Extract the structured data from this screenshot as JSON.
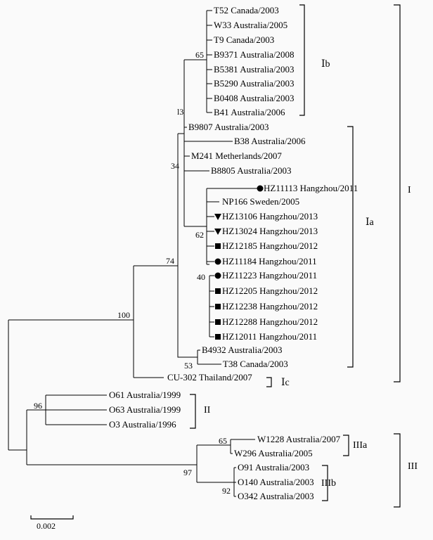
{
  "taxa": {
    "T52": "T52 Canada/2003",
    "W33": "W33 Australia/2005",
    "T9": "T9 Canada/2003",
    "B9371": "B9371 Australia/2008",
    "B5381": "B5381 Australia/2003",
    "B5290": "B5290 Australia/2003",
    "B0408": "B0408 Australia/2003",
    "B41": "B41 Australia/2006",
    "B9807": "B9807 Australia/2003",
    "B38": "B38 Australia/2006",
    "M241": "M241 Metherlands/2007",
    "B8805": "B8805 Australia/2003",
    "HZ11113": "HZ11113 Hangzhou/2011",
    "NP166": "NP166 Sweden/2005",
    "HZ13106": "HZ13106 Hangzhou/2013",
    "HZ13024": "HZ13024 Hangzhou/2013",
    "HZ12185": "HZ12185 Hangzhou/2012",
    "HZ11184": "HZ11184 Hangzhou/2011",
    "HZ11223": "HZ11223 Hangzhou/2011",
    "HZ12205": "HZ12205 Hangzhou/2012",
    "HZ12238": "HZ12238 Hangzhou/2012",
    "HZ12288": "HZ12288 Hangzhou/2012",
    "HZ12011": "HZ12011 Hangzhou/2011",
    "B4932": "B4932 Australia/2003",
    "T38": "T38 Canada/2003",
    "CU302": "CU-302 Thailand/2007",
    "O61": "O61 Australia/1999",
    "O63": "O63 Australia/1999",
    "O3": "O3 Australia/1996",
    "W1228": "W1228 Australia/2007",
    "W296": "W296 Australia/2005",
    "O91": "O91 Australia/2003",
    "O140": "O140 Australia/2003",
    "O342": "O342 Australia/2003"
  },
  "bootstrap": {
    "b100": "100",
    "b74": "74",
    "b34": "34",
    "b65a": "65",
    "b13": "l3",
    "b62": "62",
    "b40": "40",
    "b53": "53",
    "b96": "96",
    "b97": "97",
    "b65b": "65",
    "b92": "92"
  },
  "groups": {
    "g1": "I",
    "g1a": "Ⅰa",
    "g1b": "Ⅰb",
    "g1c": "Ⅰc",
    "g2": "II",
    "g3": "III",
    "g3a": "IIIa",
    "g3b": "IIIb"
  },
  "markers": {
    "HZ11113": "circle",
    "HZ13106": "triangle",
    "HZ13024": "triangle",
    "HZ12185": "square",
    "HZ11184": "circle",
    "HZ11223": "circle",
    "HZ12205": "square",
    "HZ12238": "square",
    "HZ12288": "square",
    "HZ12011": "square"
  },
  "scale_bar": {
    "label": "0.002"
  }
}
